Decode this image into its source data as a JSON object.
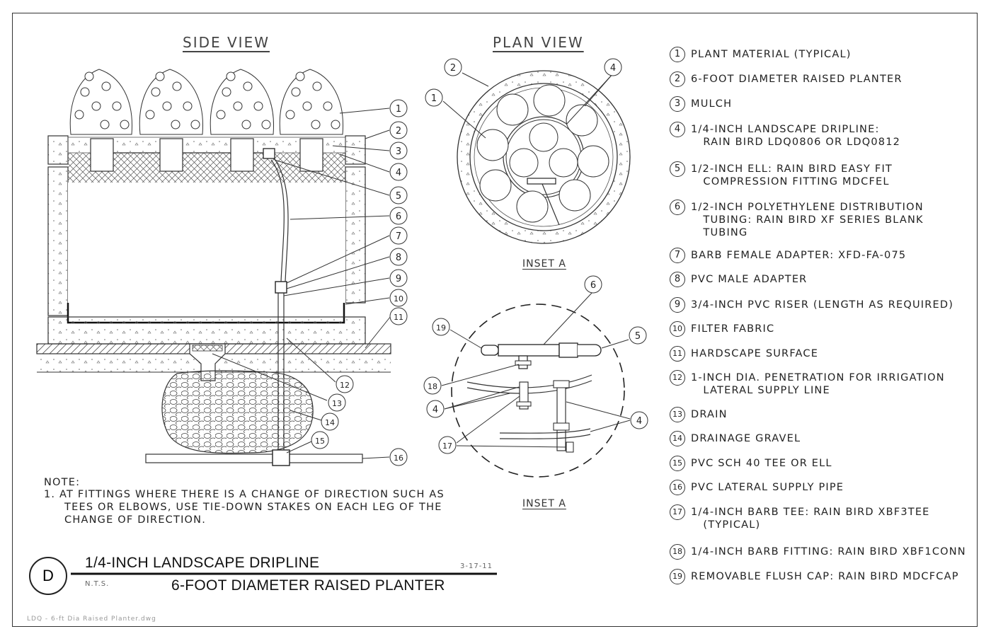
{
  "views": {
    "side_view_title": "SIDE VIEW",
    "plan_view_title": "PLAN VIEW",
    "inset_label_top": "INSET A",
    "inset_label_bottom": "INSET A"
  },
  "callouts": {
    "side": [
      "1",
      "2",
      "3",
      "4",
      "5",
      "6",
      "7",
      "8",
      "9",
      "10",
      "11",
      "12",
      "13",
      "14",
      "15",
      "16"
    ],
    "plan": [
      "1",
      "2",
      "4"
    ],
    "inset": [
      "6",
      "5",
      "19",
      "18",
      "4",
      "17",
      "4"
    ]
  },
  "legend": [
    {
      "num": "1",
      "text": "PLANT MATERIAL (TYPICAL)"
    },
    {
      "num": "2",
      "text": "6-FOOT DIAMETER RAISED PLANTER"
    },
    {
      "num": "3",
      "text": "MULCH"
    },
    {
      "num": "4",
      "text": "1/4-INCH LANDSCAPE DRIPLINE:\n   RAIN BIRD LDQ0806 OR LDQ0812"
    },
    {
      "num": "5",
      "text": "1/2-INCH ELL: RAIN BIRD EASY FIT\n   COMPRESSION FITTING MDCFEL"
    },
    {
      "num": "6",
      "text": "1/2-INCH POLYETHYLENE DISTRIBUTION\n   TUBING: RAIN BIRD XF SERIES BLANK\n   TUBING"
    },
    {
      "num": "7",
      "text": "BARB FEMALE ADAPTER: XFD-FA-075"
    },
    {
      "num": "8",
      "text": "PVC MALE ADAPTER"
    },
    {
      "num": "9",
      "text": "3/4-INCH PVC RISER (LENGTH AS REQUIRED)"
    },
    {
      "num": "10",
      "text": "FILTER FABRIC"
    },
    {
      "num": "11",
      "text": "HARDSCAPE SURFACE"
    },
    {
      "num": "12",
      "text": "1-INCH DIA. PENETRATION FOR IRRIGATION\n   LATERAL SUPPLY LINE"
    },
    {
      "num": "13",
      "text": "DRAIN"
    },
    {
      "num": "14",
      "text": "DRAINAGE GRAVEL"
    },
    {
      "num": "15",
      "text": "PVC SCH 40 TEE OR ELL"
    },
    {
      "num": "16",
      "text": "PVC LATERAL SUPPLY PIPE"
    },
    {
      "num": "17",
      "text": "1/4-INCH BARB TEE: RAIN BIRD XBF3TEE\n   (TYPICAL)"
    },
    {
      "num": "18",
      "text": "1/4-INCH BARB FITTING: RAIN BIRD XBF1CONN"
    },
    {
      "num": "19",
      "text": "REMOVABLE FLUSH CAP: RAIN BIRD MDCFCAP"
    }
  ],
  "note": {
    "heading": "NOTE:",
    "text": "1. AT FITTINGS WHERE THERE IS A CHANGE OF DIRECTION SUCH AS\n     TEES OR ELBOWS, USE TIE-DOWN STAKES ON EACH LEG OF THE\n     CHANGE OF DIRECTION."
  },
  "title_block": {
    "detail_letter": "D",
    "title_line1": "1/4-INCH LANDSCAPE DRIPLINE",
    "title_line2": "6-FOOT DIAMETER RAISED PLANTER",
    "scale": "N.T.S.",
    "date": "3-17-11",
    "filename": "LDQ - 6-ft Dia Raised Planter.dwg"
  }
}
